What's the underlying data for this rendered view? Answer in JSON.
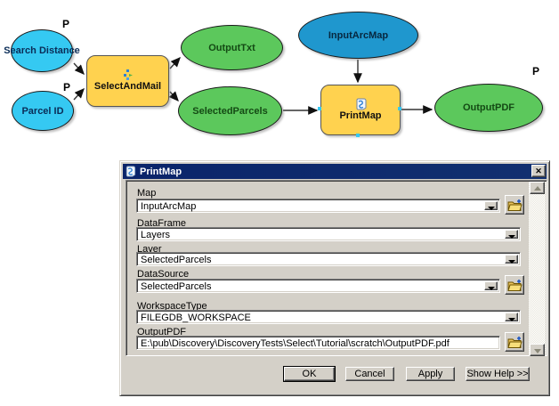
{
  "model": {
    "param_label": "P",
    "nodes": {
      "search_distance": {
        "label": "Search Distance"
      },
      "parcel_id": {
        "label": "Parcel ID"
      },
      "select_and_mail": {
        "label": "SelectAndMail"
      },
      "output_txt": {
        "label": "OutputTxt"
      },
      "selected_parcels": {
        "label": "SelectedParcels"
      },
      "input_arcmap": {
        "label": "InputArcMap"
      },
      "print_map": {
        "label": "PrintMap"
      },
      "output_pdf": {
        "label": "OutputPDF"
      }
    },
    "colors": {
      "input_variable": "#35C9F2",
      "input_map_variable": "#1F97CE",
      "output_variable": "#5CC85C",
      "tool": "#FFD24F"
    }
  },
  "dialog": {
    "title": "PrintMap",
    "close_glyph": "✕",
    "fields": [
      {
        "label": "Map",
        "value": "InputArcMap",
        "control": "combobox",
        "browse": true
      },
      {
        "label": "DataFrame",
        "value": "Layers",
        "control": "combobox",
        "browse": false
      },
      {
        "label": "Layer",
        "value": "SelectedParcels",
        "control": "combobox",
        "browse": false
      },
      {
        "label": "DataSource",
        "value": "SelectedParcels",
        "control": "combobox",
        "browse": true
      },
      {
        "label": "WorkspaceType",
        "value": "FILEGDB_WORKSPACE",
        "control": "combobox",
        "browse": false
      },
      {
        "label": "OutputPDF",
        "value": "E:\\pub\\Discovery\\DiscoveryTests\\Select\\Tutorial\\scratch\\OutputPDF.pdf",
        "control": "textbox",
        "browse": true
      }
    ],
    "buttons": {
      "ok": "OK",
      "cancel": "Cancel",
      "apply": "Apply",
      "help": "Show Help >>"
    },
    "title_bar_color": "#0A246A"
  }
}
